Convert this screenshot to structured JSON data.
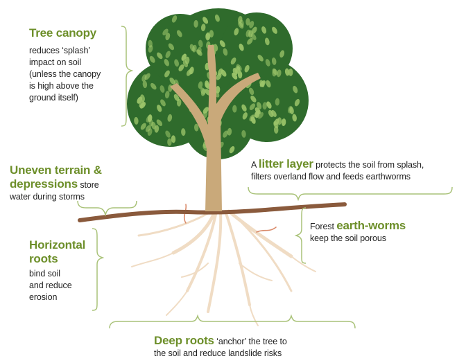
{
  "labels": {
    "canopy": {
      "title": "Tree canopy",
      "desc": [
        "reduces ‘splash’",
        "impact on soil",
        "(unless the canopy",
        "is high above the",
        "ground itself)"
      ]
    },
    "terrain": {
      "title_1": "Uneven terrain &",
      "title_2": "depressions",
      "desc_1": " store",
      "desc_2": "water during storms"
    },
    "litter": {
      "prefix": "A ",
      "title": "litter layer",
      "desc_1": " protects the soil from splash,",
      "desc_2": "filters overland flow and feeds earthworms"
    },
    "worms": {
      "prefix": "Forest ",
      "title": "earth-worms",
      "desc": "keep the soil porous"
    },
    "horizontal": {
      "title_1": "Horizontal",
      "title_2": "roots",
      "desc": [
        "bind soil",
        "and reduce",
        "erosion"
      ]
    },
    "deep": {
      "title": "Deep roots",
      "desc_1": " ‘anchor’ the tree to",
      "desc_2": "the soil and reduce landslide risks"
    }
  },
  "colors": {
    "accent_green": "#6d8f2a",
    "canopy_dark": "#2f6b2c",
    "leaf_light": "#9cc56a",
    "trunk": "#c9a97a",
    "ground": "#8a5a3c",
    "roots": "#f0dcc4",
    "bracket": "#a9c278"
  }
}
